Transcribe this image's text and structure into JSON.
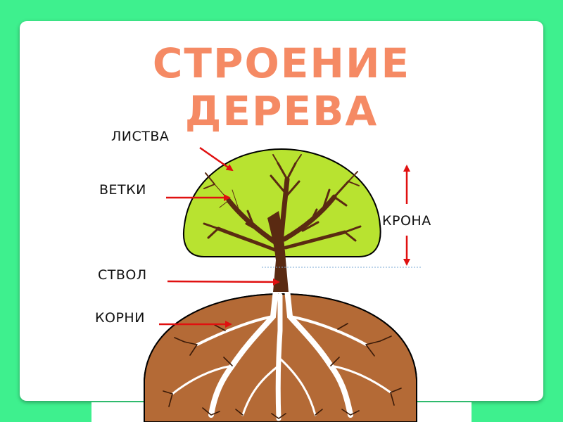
{
  "title": {
    "line1": "СТРОЕНИЕ",
    "line2": "ДЕРЕВА"
  },
  "labels": {
    "foliage": "ЛИСТВА",
    "branches": "ВЕТКИ",
    "trunk": "СТВОЛ",
    "roots": "КОРНИ",
    "crown": "КРОНА"
  },
  "colors": {
    "background": "#3ef08e",
    "title": "#f58a64",
    "foliage": "#b8e330",
    "soil": "#b46a36",
    "trunk": "#5a2a12",
    "arrow": "#e01010"
  }
}
